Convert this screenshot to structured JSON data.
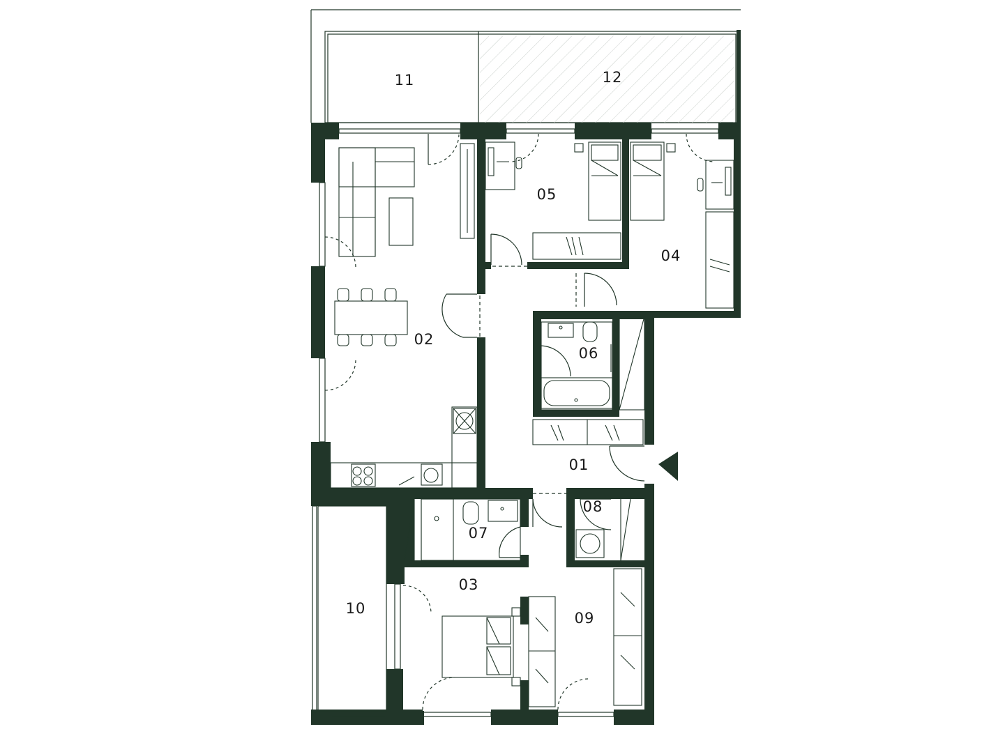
{
  "colors": {
    "wall": "#213629",
    "line": "#213629",
    "background": "#ffffff",
    "text": "#1a1a1a"
  },
  "entrance_marker": "entrance-arrow-icon",
  "rooms": [
    {
      "id": "01",
      "label": "01"
    },
    {
      "id": "02",
      "label": "02"
    },
    {
      "id": "03",
      "label": "03"
    },
    {
      "id": "04",
      "label": "04"
    },
    {
      "id": "05",
      "label": "05"
    },
    {
      "id": "06",
      "label": "06"
    },
    {
      "id": "07",
      "label": "07"
    },
    {
      "id": "08",
      "label": "08"
    },
    {
      "id": "09",
      "label": "09"
    },
    {
      "id": "10",
      "label": "10"
    },
    {
      "id": "11",
      "label": "11"
    },
    {
      "id": "12",
      "label": "12"
    }
  ]
}
